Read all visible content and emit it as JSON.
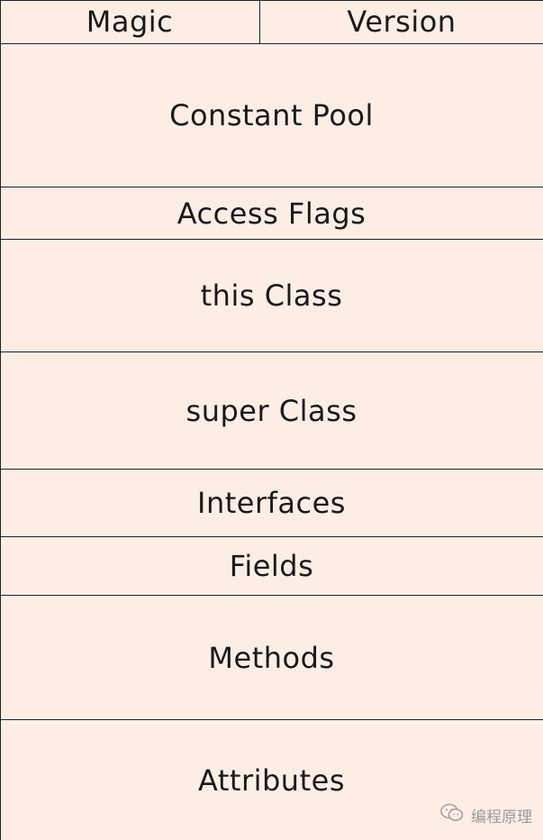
{
  "rows": {
    "magic": "Magic",
    "version": "Version",
    "constant_pool": "Constant Pool",
    "access_flags": "Access Flags",
    "this_class": "this Class",
    "super_class": "super Class",
    "interfaces": "Interfaces",
    "fields": "Fields",
    "methods": "Methods",
    "attributes": "Attributes"
  },
  "watermark": {
    "text": "编程原理",
    "icon": "wechat-icon"
  },
  "colors": {
    "background": "#fdeee5",
    "border": "#222222",
    "text": "#1a1a1a"
  }
}
